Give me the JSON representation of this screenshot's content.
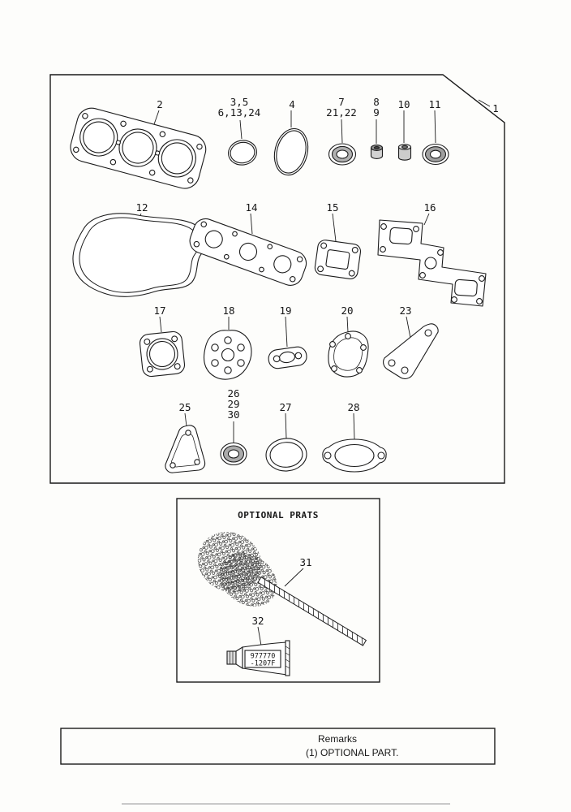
{
  "colors": {
    "ink": "#1c1c1c",
    "paper": "#fdfdfb",
    "shade": "#b0b0b0"
  },
  "main_panel": {
    "ref_label": "1",
    "part_labels": {
      "p2": "2",
      "p3_5": "3,5",
      "p6_13_24": "6,13,24",
      "p4": "4",
      "p7": "7",
      "p21_22": "21,22",
      "p8": "8",
      "p9": "9",
      "p10": "10",
      "p11": "11",
      "p12": "12",
      "p14": "14",
      "p15": "15",
      "p16": "16",
      "p17": "17",
      "p18": "18",
      "p19": "19",
      "p20": "20",
      "p23": "23",
      "p25": "25",
      "p26": "26",
      "p29": "29",
      "p30": "30",
      "p27": "27",
      "p28": "28"
    }
  },
  "optional_panel": {
    "title": "OPTIONAL PRATS",
    "part_labels": {
      "p31": "31",
      "p32": "32"
    },
    "tube_text_line1": "977770",
    "tube_text_line2": "-1207F"
  },
  "remarks": {
    "title": "Remarks",
    "note": "(1) OPTIONAL PART."
  }
}
